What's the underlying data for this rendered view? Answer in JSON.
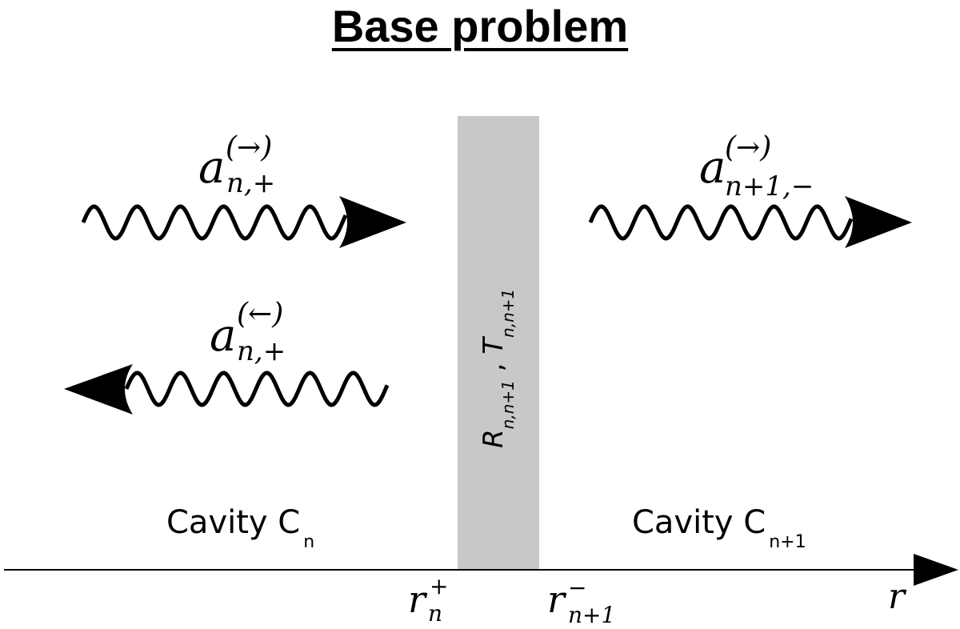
{
  "title": "Base problem",
  "waves": {
    "incoming_left": {
      "symbol": "a",
      "subscript": "n,+",
      "superscript": "(→)"
    },
    "reflected_left": {
      "symbol": "a",
      "subscript": "n,+",
      "superscript": "(←)"
    },
    "transmitted_right": {
      "symbol": "a",
      "subscript": "n+1,−",
      "superscript": "(→)"
    }
  },
  "interface": {
    "R": "R",
    "R_sub": "n,n+1",
    "separator": " , ",
    "T": "T",
    "T_sub": "n,n+1",
    "fill": "#c8c8c8"
  },
  "cavities": {
    "left": {
      "label": "Cavity C",
      "sub": "n"
    },
    "right": {
      "label": "Cavity C",
      "sub": "n+1"
    }
  },
  "axis": {
    "label": "r",
    "tick_left": {
      "symbol": "r",
      "sub": "n",
      "sup": "+"
    },
    "tick_right": {
      "symbol": "r",
      "sub": "n+1",
      "sup": "−"
    }
  }
}
